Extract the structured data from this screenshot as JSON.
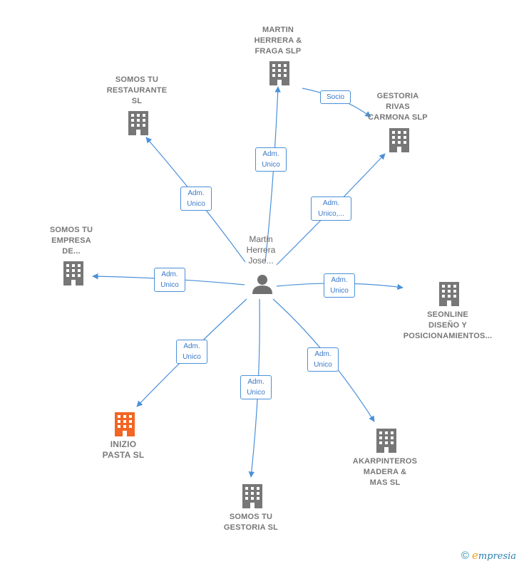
{
  "center": {
    "name": "Martin\nHerrera\nJose..."
  },
  "colors": {
    "edge": "#4a90d9",
    "building": "#777777",
    "highlight": "#f26522"
  },
  "nodes": [
    {
      "id": "martin-herrera-fraga",
      "label": "MARTIN\nHERRERA &\nFRAGA SLP"
    },
    {
      "id": "somos-tu-restaurante",
      "label": "SOMOS TU\nRESTAURANTE\nSL"
    },
    {
      "id": "gestoria-rivas",
      "label": "GESTORIA\nRIVAS\nCARMONA SLP"
    },
    {
      "id": "somos-tu-empresa",
      "label": "SOMOS TU\nEMPRESA\nDE..."
    },
    {
      "id": "seonline",
      "label": "SEONLINE\nDISEÑO Y\nPOSICIONAMIENTOS..."
    },
    {
      "id": "inizio-pasta",
      "label": "INIZIO\nPASTA  SL"
    },
    {
      "id": "akarpinteros",
      "label": "AKARPINTEROS\nMADERA &\nMAS  SL"
    },
    {
      "id": "somos-tu-gestoria",
      "label": "SOMOS TU\nGESTORIA  SL"
    }
  ],
  "edges": [
    {
      "label": "Adm.\nUnico"
    },
    {
      "label": "Adm.\nUnico"
    },
    {
      "label": "Adm.\nUnico,..."
    },
    {
      "label": "Socio"
    },
    {
      "label": "Adm.\nUnico"
    },
    {
      "label": "Adm.\nUnico"
    },
    {
      "label": "Adm.\nUnico"
    },
    {
      "label": "Adm.\nUnico"
    },
    {
      "label": "Adm.\nUnico"
    }
  ],
  "footer": {
    "copyright": "©",
    "brand_initial": "e",
    "brand_rest": "mpresia"
  }
}
